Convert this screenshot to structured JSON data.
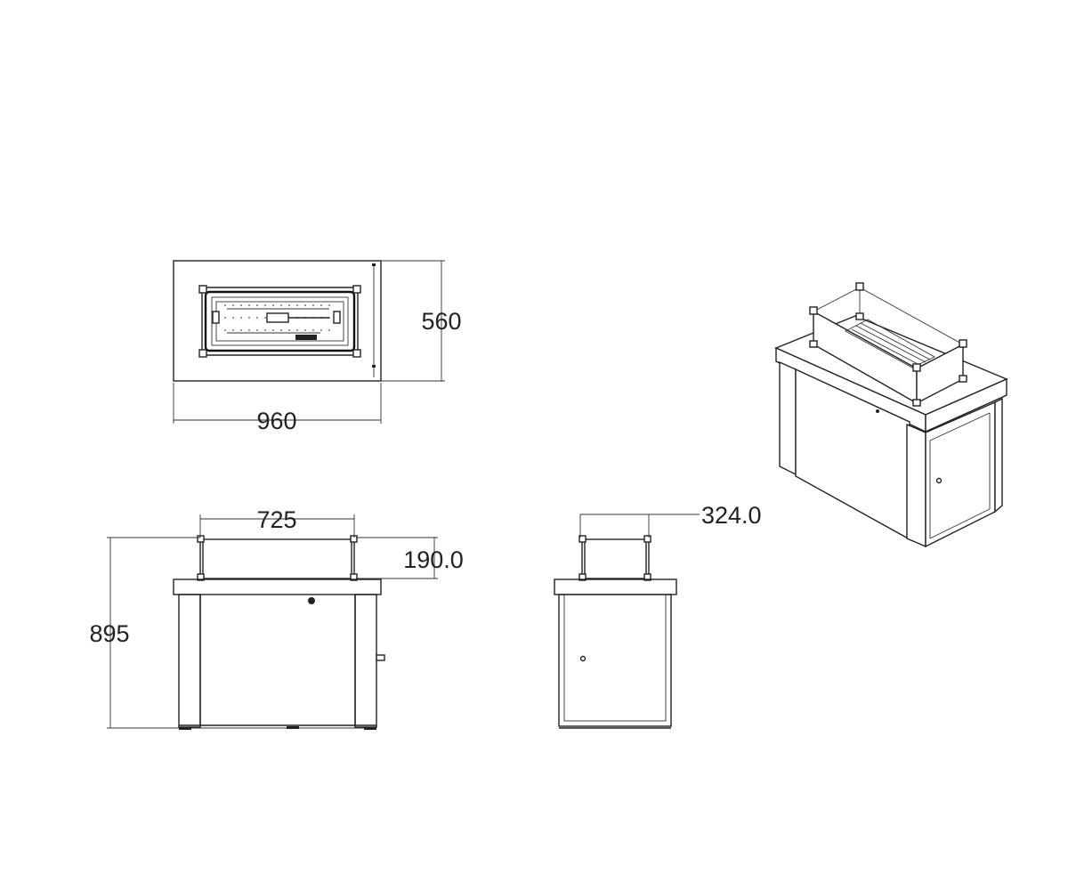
{
  "dimensions": {
    "top_width": "960",
    "top_depth": "560",
    "glass_width": "725",
    "total_height": "895",
    "glass_height": "190.0",
    "glass_depth": "324.0"
  },
  "colors": {
    "line": "#222222",
    "background": "#ffffff"
  }
}
